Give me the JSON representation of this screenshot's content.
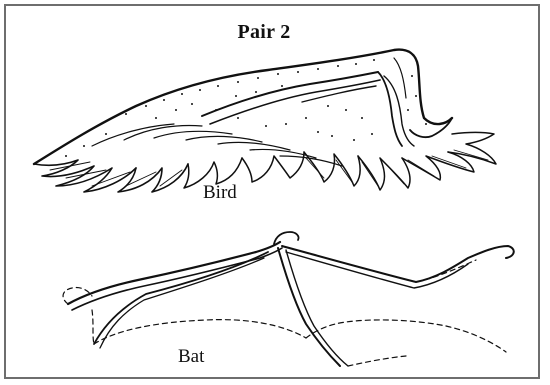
{
  "title": "Pair 2",
  "labels": {
    "bird": "Bird",
    "bat": "Bat"
  },
  "illustrations": {
    "top": "bird-wing-drawing",
    "bottom": "bat-wing-drawing"
  },
  "colors": {
    "ink": "#111111",
    "frame": "#6e6e6e",
    "background": "#ffffff"
  }
}
